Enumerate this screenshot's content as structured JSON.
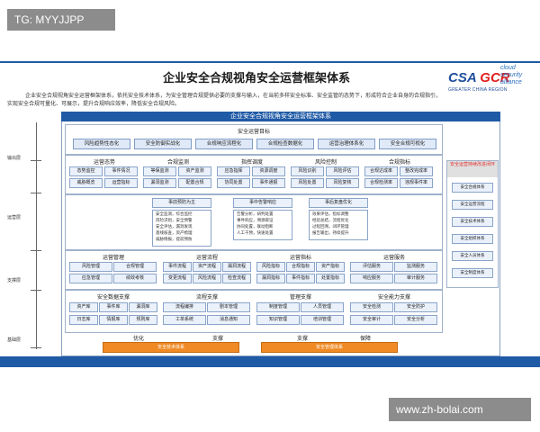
{
  "watermark_top": "TG: MYYJJPP",
  "watermark_bottom": "www.zh-bolai.com",
  "title": "企业安全合规视角安全运营框架体系",
  "logo": {
    "csa": "CSA",
    "gcr": "GCR",
    "tagline": "cloud security alliance",
    "region": "GREATER CHINA REGION"
  },
  "intro": "企业安全合规视角安全运营框架体系，依托安全技术体系，为安全管理合规提供必要的支撑与输入，在当前多样安全标准、安全监管的态势下，形成符合企业自身的合规指引，实现安全合规可量化、可展示，提升合规响应效率，降低安全合规风险。",
  "header_bar": "企业安全合规视角安全运营框架体系",
  "side_labels": {
    "output": "输出层",
    "ops": "运营层",
    "support": "支撑层",
    "foundation": "基础层"
  },
  "goals": {
    "title": "安全运营目标",
    "items": [
      "风险趋势性态化",
      "安全防御实战化",
      "合规响应流程化",
      "合规检查数据化",
      "运营治理体系化",
      "安全合规可视化"
    ]
  },
  "output_groups": [
    {
      "title": "运营态势",
      "items": [
        "态势监控",
        "事件情况",
        "威胁概览",
        "运营指标"
      ]
    },
    {
      "title": "合规监测",
      "items": [
        "等保监测",
        "资产监测",
        "漏洞监测",
        "配置合规"
      ]
    },
    {
      "title": "指挥调度",
      "items": [
        "应急指挥",
        "资源调度",
        "协同处置",
        "事件通报"
      ]
    },
    {
      "title": "风险控制",
      "items": [
        "风险识别",
        "风险评估",
        "风险处置",
        "风险复核"
      ]
    },
    {
      "title": "合规指标",
      "items": [
        "合规达成率",
        "整改完成率",
        "合规检测率",
        "违规事件率"
      ]
    }
  ],
  "ops_heads": [
    "事前预防为主",
    "事中告警响应",
    "事后复盘优化"
  ],
  "ops_blocks": [
    [
      "安全监测，综合监控",
      "风险识别，安全预警",
      "安全评估，漏洞发现",
      "基线核查，资产梳理",
      "威胁情报，提前预防"
    ],
    [
      "告警分析，研判处置",
      "事件响应，溯源取证",
      "协同处置，联动阻断",
      "人工干预，快速处置"
    ],
    [
      "效果评估，指标调整",
      "经验总结，流程优化",
      "过程回溯，闭环管理",
      "报告输出，持续提升"
    ]
  ],
  "right_col": {
    "head": "安全运营持续改进闭环",
    "items": [
      "安全合规体系",
      "安全运营流程",
      "安全技术体系",
      "安全组织体系",
      "安全人员体系",
      "安全制度体系"
    ]
  },
  "support_groups": [
    {
      "title": "运营管理",
      "items": [
        "风险管理",
        "合规管理",
        "应急管理",
        "绩效考核"
      ]
    },
    {
      "title": "运营流程",
      "items": [
        "事件流程",
        "资产流程",
        "漏洞流程",
        "变更流程",
        "风险流程",
        "检查流程"
      ]
    },
    {
      "title": "运营指标",
      "items": [
        "风险指标",
        "合规指标",
        "资产指标",
        "漏洞指标",
        "事件指标",
        "处置指标"
      ]
    },
    {
      "title": "运营服务",
      "items": [
        "评估服务",
        "监测服务",
        "响应服务",
        "审计服务"
      ]
    }
  ],
  "foundation_groups": [
    {
      "title": "安全数据支撑",
      "items": [
        "资产库",
        "事件库",
        "漏洞库",
        "日志库",
        "情报库",
        "规则库"
      ]
    },
    {
      "title": "流程支撑",
      "items": [
        "流程编排",
        "剧本管理",
        "工单系统",
        "消息通知"
      ]
    },
    {
      "title": "管理支撑",
      "items": [
        "制度管理",
        "人员管理",
        "知识管理",
        "培训管理"
      ]
    },
    {
      "title": "安全能力支撑",
      "items": [
        "安全检测",
        "安全防护",
        "安全审计",
        "安全分析"
      ]
    }
  ],
  "bottom_bars": [
    "安全技术体系",
    "安全管理体系"
  ],
  "arrow_labels": [
    "优化",
    "支撑",
    "支撑",
    "保障"
  ]
}
